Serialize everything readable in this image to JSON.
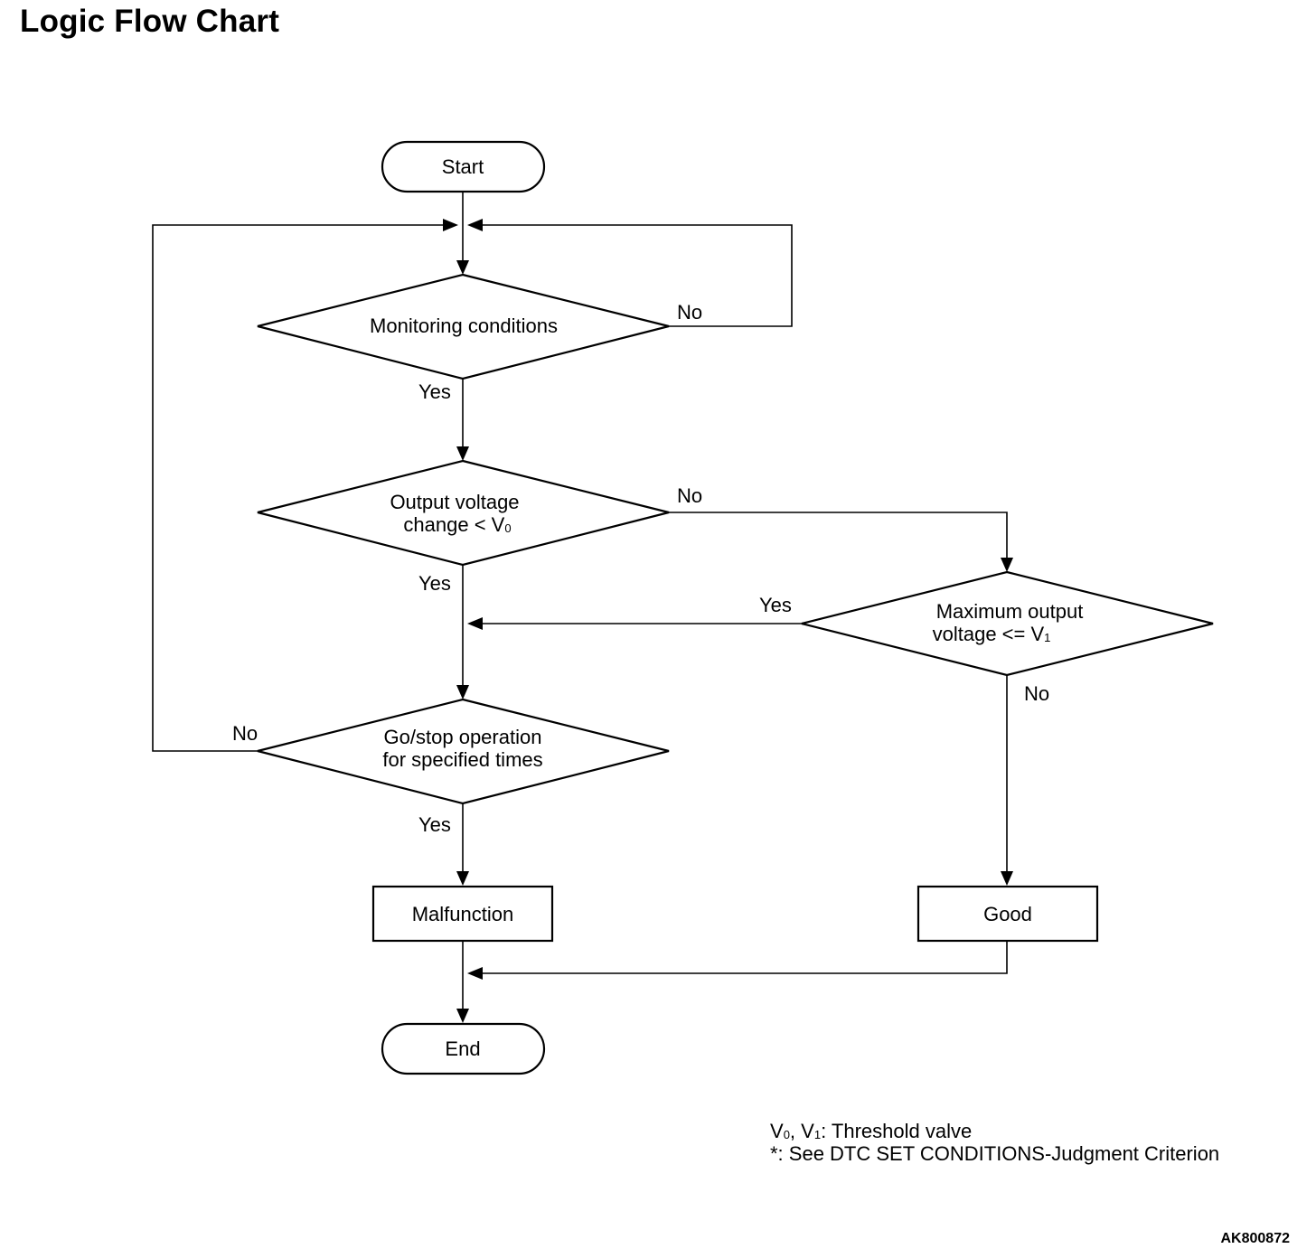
{
  "title": "Logic Flow Chart",
  "nodes": {
    "start": "Start",
    "monitoring": "Monitoring conditions",
    "output_change": {
      "line1": "Output voltage",
      "line2_text": "change < V",
      "line2_sub": "0"
    },
    "max_output": {
      "line1": "Maximum output",
      "line2_text": "voltage <= V",
      "line2_sub": "1"
    },
    "go_stop": {
      "line1": "Go/stop operation",
      "line2": "for specified times"
    },
    "malfunction": "Malfunction",
    "good": "Good",
    "end": "End"
  },
  "branches": {
    "monitoring_no": "No",
    "monitoring_yes": "Yes",
    "output_change_no": "No",
    "output_change_yes": "Yes",
    "max_output_yes": "Yes",
    "max_output_no": "No",
    "go_stop_no": "No",
    "go_stop_yes": "Yes"
  },
  "notes": {
    "threshold": {
      "v0": "V",
      "v0_sub": "0",
      "sep": ", V",
      "v1_sub": "1",
      "rest": ": Threshold valve"
    },
    "asterisk": "*: See DTC SET CONDITIONS-Judgment Criterion"
  },
  "figure_code": "AK800872"
}
